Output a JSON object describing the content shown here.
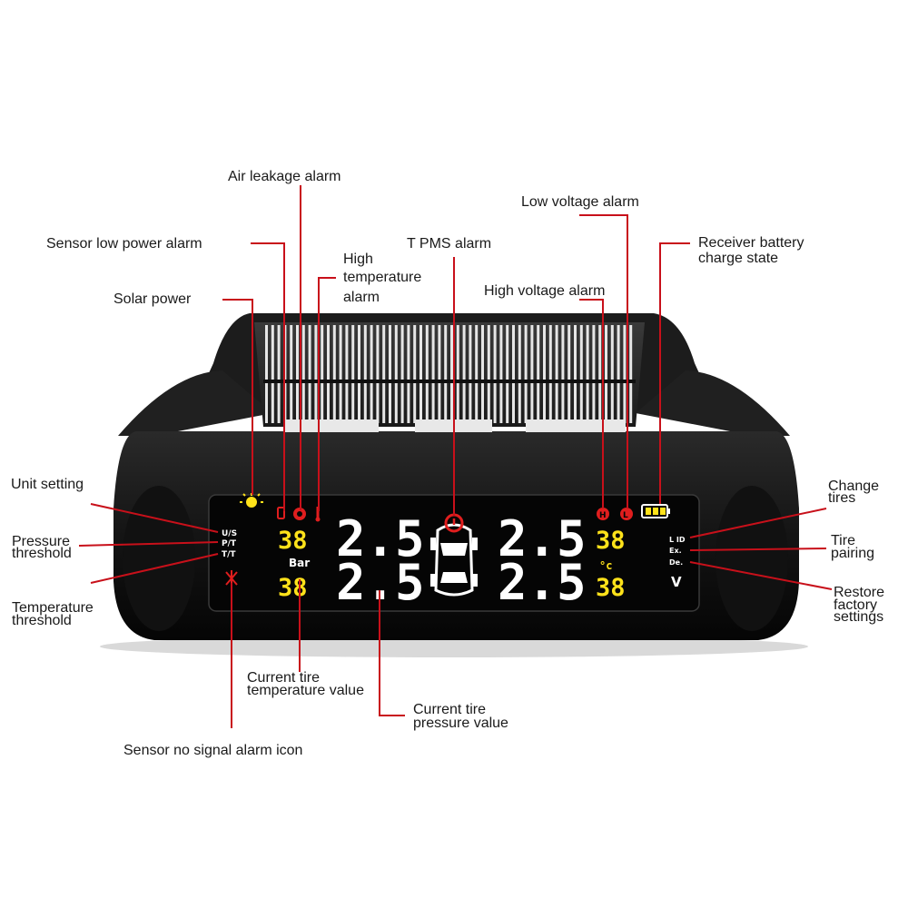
{
  "labels": {
    "air_leakage_alarm": "Air leakage alarm",
    "low_voltage_alarm": "Low voltage alarm",
    "sensor_low_power_alarm": "Sensor low power alarm",
    "high_temperature_alarm_1": "High",
    "high_temperature_alarm_2": "temperature",
    "high_temperature_alarm_3": "alarm",
    "tpms_alarm": "T PMS alarm",
    "receiver_battery_1": "Receiver battery",
    "receiver_battery_2": "charge state",
    "solar_power": "Solar power",
    "high_voltage_alarm": "High voltage alarm",
    "unit_setting": "Unit setting",
    "pressure_threshold_1": "Pressure",
    "pressure_threshold_2": "threshold",
    "temperature_threshold_1": "Temperature",
    "temperature_threshold_2": "threshold",
    "change_tires_1": "Change",
    "change_tires_2": "tires",
    "tire_pairing_1": "Tire",
    "tire_pairing_2": "pairing",
    "restore_factory_1": "Restore",
    "restore_factory_2": "factory",
    "restore_factory_3": "settings",
    "current_temp_1": "Current tire",
    "current_temp_2": "temperature value",
    "current_pressure_1": "Current tire",
    "current_pressure_2": "pressure value",
    "sensor_no_signal": "Sensor no signal alarm icon"
  },
  "display": {
    "menu_us": "U/S",
    "menu_pt": "P/T",
    "menu_tt": "T/T",
    "unit_bar": "Bar",
    "unit_celsius": "°c",
    "unit_volt": "V",
    "menu_lid": "L ID",
    "menu_ex": "Ex.",
    "menu_de": "De.",
    "high_voltage_icon": "H",
    "low_voltage_icon": "L",
    "pressure_fl": "2.5",
    "pressure_rl": "2.5",
    "pressure_fr": "2.5",
    "pressure_rr": "2.5",
    "temp_fl": "38",
    "temp_rl": "38",
    "temp_fr": "38",
    "temp_rr": "38"
  },
  "colors": {
    "leader_line": "#c8101a",
    "alarm_icon": "#e01e1e",
    "lcd_digit_yellow": "#ffe21a",
    "body": "#151515"
  }
}
